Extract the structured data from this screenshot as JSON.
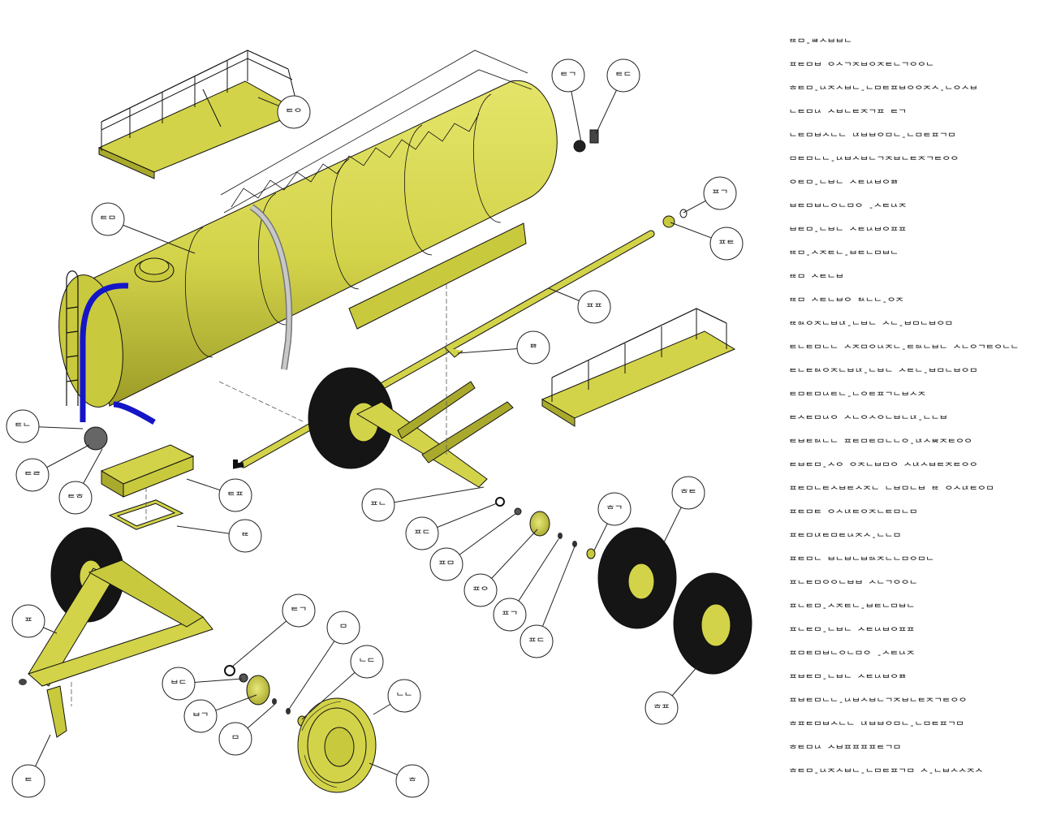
{
  "colors": {
    "body_fill": "#D3D34A",
    "body_shade": "#A9A92E",
    "outline": "#111111",
    "tire": "#151515",
    "hose_blue": "#1515C8",
    "pipe_grey": "#B8B8B8",
    "background": "#FFFFFF"
  },
  "callouts": [
    {
      "id": "c-top-platform",
      "text": "ᄐᄋ"
    },
    {
      "id": "c-tank",
      "text": "ᄐᄆ"
    },
    {
      "id": "c-valve-a",
      "text": "ᄐᄀ"
    },
    {
      "id": "c-valve-b",
      "text": "ᄐᄃ"
    },
    {
      "id": "c-cap-a",
      "text": "ᄑᄀ"
    },
    {
      "id": "c-cap-b",
      "text": "ᄑᄐ"
    },
    {
      "id": "c-spray-pipe",
      "text": "ᄑᄑ"
    },
    {
      "id": "c-nozzle",
      "text": "ᄑᄒ"
    },
    {
      "id": "c-pump-a",
      "text": "ᄐᄂ"
    },
    {
      "id": "c-pump-b",
      "text": "ᄐᄅ"
    },
    {
      "id": "c-pump-c",
      "text": "ᄐᄒ"
    },
    {
      "id": "c-box",
      "text": "ᄐᄑ"
    },
    {
      "id": "c-frame-square",
      "text": "ᄐᄐ"
    },
    {
      "id": "c-axle-rear",
      "text": "ᄑᄂ"
    },
    {
      "id": "c-rear-washer",
      "text": "ᄑᄃ"
    },
    {
      "id": "c-rear-hub",
      "text": "ᄑᄆ"
    },
    {
      "id": "c-rear-ring",
      "text": "ᄑᄋ"
    },
    {
      "id": "c-rear-nut-a",
      "text": "ᄑᄀ"
    },
    {
      "id": "c-rear-nut-b",
      "text": "ᄑᄃ"
    },
    {
      "id": "c-rear-cap",
      "text": "ᄒᄀ"
    },
    {
      "id": "c-rear-wheel-a",
      "text": "ᄒᄐ"
    },
    {
      "id": "c-rear-wheel-b",
      "text": "ᄒᄑ"
    },
    {
      "id": "c-chassis",
      "text": "ᄑ"
    },
    {
      "id": "c-jack",
      "text": "ᄐ"
    },
    {
      "id": "c-front-nut",
      "text": "ᄐᄀ"
    },
    {
      "id": "c-front-washer",
      "text": "ᄇᄃ"
    },
    {
      "id": "c-front-hub",
      "text": "ᄇᄀ"
    },
    {
      "id": "c-front-ring",
      "text": "ᄆ"
    },
    {
      "id": "c-front-pin",
      "text": "ᄆ"
    },
    {
      "id": "c-front-bolt",
      "text": "ᄂᄃ"
    },
    {
      "id": "c-front-cap",
      "text": "ᄂᄂ"
    },
    {
      "id": "c-front-wheel",
      "text": "ᄒ"
    }
  ],
  "legend": [
    "ᄐᄐᄆ-ᄉᄉᄇᄉᄇᄇᄂ",
    "ᄑᄐᄆᄇ ᄋᄉᄀᄌᄇᄋᄌᄐᄂᄀᄋᄋᄂ",
    "ᄒᄐᄆ-ᄂᄉᄌᄉᄇᄂ-ᄂᄆᄐᄑᄇᄋᄋᄌᄉ-ᄂᄋᄉᄇ",
    "ᄂᄐᄆᄂᄉ ᄉᄇᄂᄐᄌᄀᄑ ᄐᄀ",
    "ᄂᄐᄆᄇᄉᄂᄂ ᄂᄌᄇᄇᄋᄆᄂ-ᄂᄆᄐᄑᄀᄆ",
    "ᄆᄐᄆᄂᄂ-ᄂᄉᄇᄉᄇᄂᄀᄌᄇᄂᄐᄌᄀᄐᄋᄋ",
    "ᄋᄐᄆ-ᄂᄇᄂ ᄉᄐᄂᄉᄇᄋᄑᄒ",
    "ᄇᄐᄆᄇᄂᄋᄂᄆᄋ -ᄉᄐᄂᄉᄌ",
    "ᄇᄐᄆ-ᄂᄇᄂ ᄉᄐᄂᄉᄇᄋᄑᄑ",
    "ᄐᄐᄆ-ᄉᄌᄐᄂ-ᄇᄐᄂᄆᄇᄂ",
    "ᄐᄐᄆ ᄉᄐᄂᄇ",
    "ᄐᄐᄆ ᄉᄐᄂᄇᄋ ᄒᄉᄂᄂ-ᄋᄌ",
    "ᄐᄐᄆᄉᄋᄌᄂᄇᄂᄌ-ᄂᄇᄂ ᄉᄂ-ᄇᄆᄂᄇᄋᄆ",
    "ᄐᄂᄐᄆᄂᄂ ᄉᄌᄆᄋᄂᄉᄌᄂ-ᄐᄆᄉᄂᄇᄂ ᄉᄂᄋᄀᄐᄋᄂᄂ",
    "ᄐᄂᄐᄆᄉᄋᄌᄂᄇᄂᄌ-ᄂᄇᄂ ᄉᄐᄂ-ᄇᄆᄂᄇᄋᄆ",
    "ᄐᄆᄐᄆᄂᄉᄐᄂ-ᄂᄋᄐᄑᄀᄂᄇᄉᄌ",
    "ᄐᄉᄐᄆᄂᄉᄋ ᄉᄂᄋᄉᄋᄂᄇᄂᄂᄌ-ᄂᄂᄇ",
    "ᄐᄇᄐᄆᄉᄂᄂ ᄑᄐᄆᄐᄆᄂᄂᄋ-ᄂᄌᄉᄇᄉᄐᄌᄐᄋᄋ",
    "ᄐᄇᄐᄆ-ᄉᄋ ᄋᄌᄂᄇᄆᄋ ᄉᄂᄌᄉᄇᄐᄌᄐᄋᄋ",
    "ᄑᄐᄆᄂᄐᄉᄇᄐᄉᄌᄂ ᄂᄇᄆᄂᄇ ᄐᄐ ᄋᄉᄂᄌᄐᄋᄆ",
    "ᄑᄐᄆᄐ ᄋᄉᄂᄌᄐᄋᄌᄂᄐᄆᄂᄆ",
    "ᄑᄐᄆᄂᄌᄐᄆᄐᄂᄉᄌᄉ-ᄂᄂᄆ",
    "ᄑᄐᄆᄂ ᄇᄂᄇᄂᄇᄆᄉᄌᄂᄂᄆᄋᄆᄂ",
    "ᄑᄂᄐᄆᄋᄋᄂᄇᄇ ᄉᄂᄀᄋᄋᄂ",
    "ᄑᄂᄐᄆ-ᄉᄌᄐᄂ-ᄇᄐᄂᄆᄇᄂ",
    "ᄑᄂᄐᄆ-ᄂᄇᄂ ᄉᄐᄂᄉᄇᄋᄑᄑ",
    "ᄑᄆᄐᄆᄇᄂᄋᄂᄆᄋ -ᄉᄐᄂᄉᄌ",
    "ᄑᄇᄐᄆ-ᄂᄇᄂ ᄉᄐᄂᄉᄇᄋᄑᄒ",
    "ᄑᄇᄐᄆᄂᄂ-ᄂᄉᄇᄉᄇᄂᄀᄌᄇᄂᄐᄌᄀᄐᄋᄋ",
    "ᄒᄑᄐᄆᄇᄉᄂᄂ ᄂᄌᄇᄇᄋᄆᄂ-ᄂᄆᄐᄑᄀᄆ",
    "ᄒᄐᄆᄂᄉ ᄉᄇᄑᄑᄑᄑᄐᄀᄆ",
    "ᄒᄐᄆ-ᄂᄉᄌᄉᄇᄂ-ᄂᄆᄐᄑᄀᄆ ᄉ-ᄂᄇᄉᄉᄌᄉ"
  ]
}
